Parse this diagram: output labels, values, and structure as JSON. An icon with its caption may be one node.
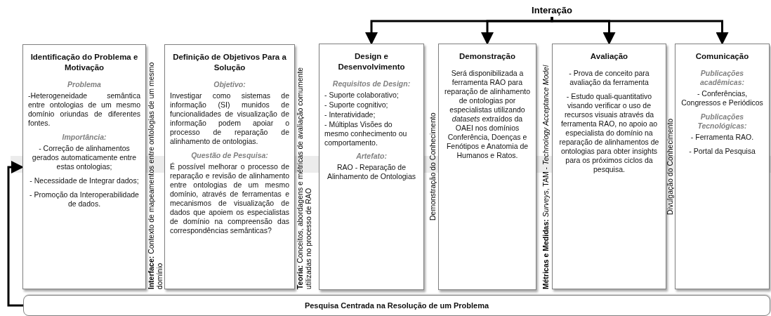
{
  "diagram": {
    "nodes": [
      {
        "text": [
          "Interação"
        ]
      },
      {
        "text": [
          "Identificação do Problema e Motivação",
          "Problema",
          "-Heterogeneidade semântica entre ontologias de um mesmo domínio oriundas de diferentes fontes.",
          "Importância:",
          "- Correção de alinhamentos gerados automaticamente entre estas ontologias;",
          "- Necessidade de Integrar dados;",
          "- Promoção da Interoperabilidade de dados."
        ]
      },
      {
        "text": [
          "Definição de Objetivos Para a Solução",
          "Objetivo:",
          "Investigar como sistemas de informação (SI) munidos de funcionalidades de visualização de informação podem apoiar o processo de reparação de alinhamento de ontologias.",
          "Questão de Pesquisa:",
          "É possível melhorar o processo de reparação e revisão de alinhamento entre ontologias de um mesmo domínio, através de ferramentas e mecanismos de visualização de dados que apoiem os especialistas de domínio na compreensão das correspondências semânticas?"
        ]
      },
      {
        "text": [
          "Design e Desenvolvimento",
          "Requisitos de Design:",
          "- Suporte colaborativo;",
          "- Suporte cognitivo;",
          "- Interatividade;",
          "- Múltiplas Visões do mesmo conhecimento ou comportamento.",
          "Artefato:",
          "RAO - Reparação de Alinhamento de Ontologias"
        ]
      },
      {
        "text": [
          "Demonstração",
          "Será disponibilizada a ferramenta RAO para reparação de alinhamento de ontologias por especialistas utilizando *datasets* extraídos da OAEI nos domínios Conferência, Doenças e Fenótipos e Anatomia de Humanos e Ratos."
        ]
      },
      {
        "text": [
          "Avaliação",
          "- Prova de conceito para avaliação da ferramenta",
          "- Estudo quali-quantitativo visando verificar o uso de recursos visuais através da ferramenta RAO, no apoio ao especialista do domínio na reparação de alinhamentos de ontologias para obter insights para os próximos ciclos da pesquisa."
        ]
      },
      {
        "text": [
          "Comunicação",
          "Publicações acadêmicas:",
          "- Conferências, Congressos e Periódicos",
          "Publicações Tecnológicas:",
          "- Ferramenta RAO.",
          "- Portal da Pesquisa"
        ]
      },
      {
        "text": [
          "Pesquisa Centrada na Resolução de um Problema"
        ]
      }
    ],
    "edges": [
      {
        "from": 0,
        "to": 3,
        "arrow": "to"
      },
      {
        "from": 0,
        "to": 4,
        "arrow": "to"
      },
      {
        "from": 0,
        "to": 5,
        "arrow": "to"
      },
      {
        "from": 0,
        "to": 6,
        "arrow": "to"
      },
      {
        "from": 7,
        "to": 1,
        "arrow": "to"
      }
    ],
    "labels": [
      "**Interface:** Contexto de mapeamentos entre ontologias de um mesmo domínio",
      "**Teoria:** Conceitos, abordagens e métricas de avaliação comumente utilizadas no processo de RAO",
      "Demonstração do Conhecimento",
      "**Métricas e Medidas:** *Surveys*, TAM - *Technology Acceptance Model*",
      "Divulgação do Conhecimento"
    ]
  }
}
